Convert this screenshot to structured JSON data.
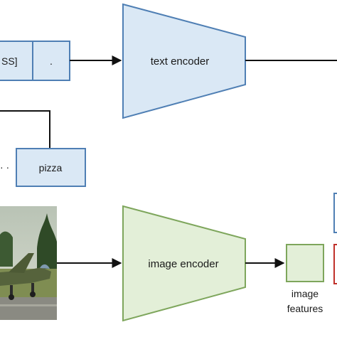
{
  "diagram": {
    "text_encoder": {
      "label": "text encoder"
    },
    "image_encoder": {
      "label": "image encoder"
    },
    "token_row": {
      "cls_fragment": "SS]",
      "period_token": "."
    },
    "word_row": {
      "ellipsis": "· ·",
      "pizza_token": "pizza"
    },
    "image_features": {
      "line1": "image",
      "line2": "features"
    },
    "colors": {
      "text_encoder_fill": "#dae8f5",
      "text_encoder_stroke": "#4f7fb4",
      "token_fill": "#dae8f5",
      "token_stroke": "#4f7fb4",
      "image_encoder_fill": "#e3efd8",
      "image_encoder_stroke": "#7ea65c",
      "feature_fill": "#e3efd8",
      "feature_stroke": "#7ea65c",
      "red_box_stroke": "#c0302a",
      "blue_box_stroke": "#4f7fb4",
      "arrow": "#111111"
    },
    "photo": {
      "subject": "military jet aircraft on runway"
    }
  }
}
